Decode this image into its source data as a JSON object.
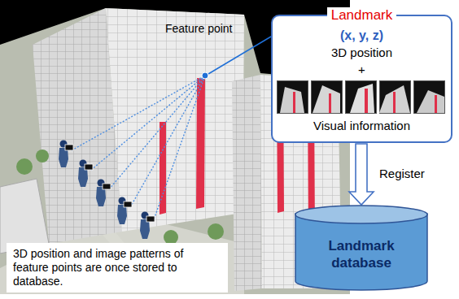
{
  "diagram": {
    "nodes": [
      {
        "text": [
          "Landmark",
          "(x, y, z)",
          "3D position",
          "+",
          "Visual information"
        ]
      },
      {
        "text": [
          "Landmark database"
        ]
      },
      {
        "text": [
          "3D position and image patterns of feature points are once stored to database."
        ]
      }
    ],
    "edges": [
      {
        "from": 0,
        "to": 1,
        "arrow": "to",
        "label": "Register"
      }
    ],
    "labels": [
      "Feature point"
    ]
  }
}
